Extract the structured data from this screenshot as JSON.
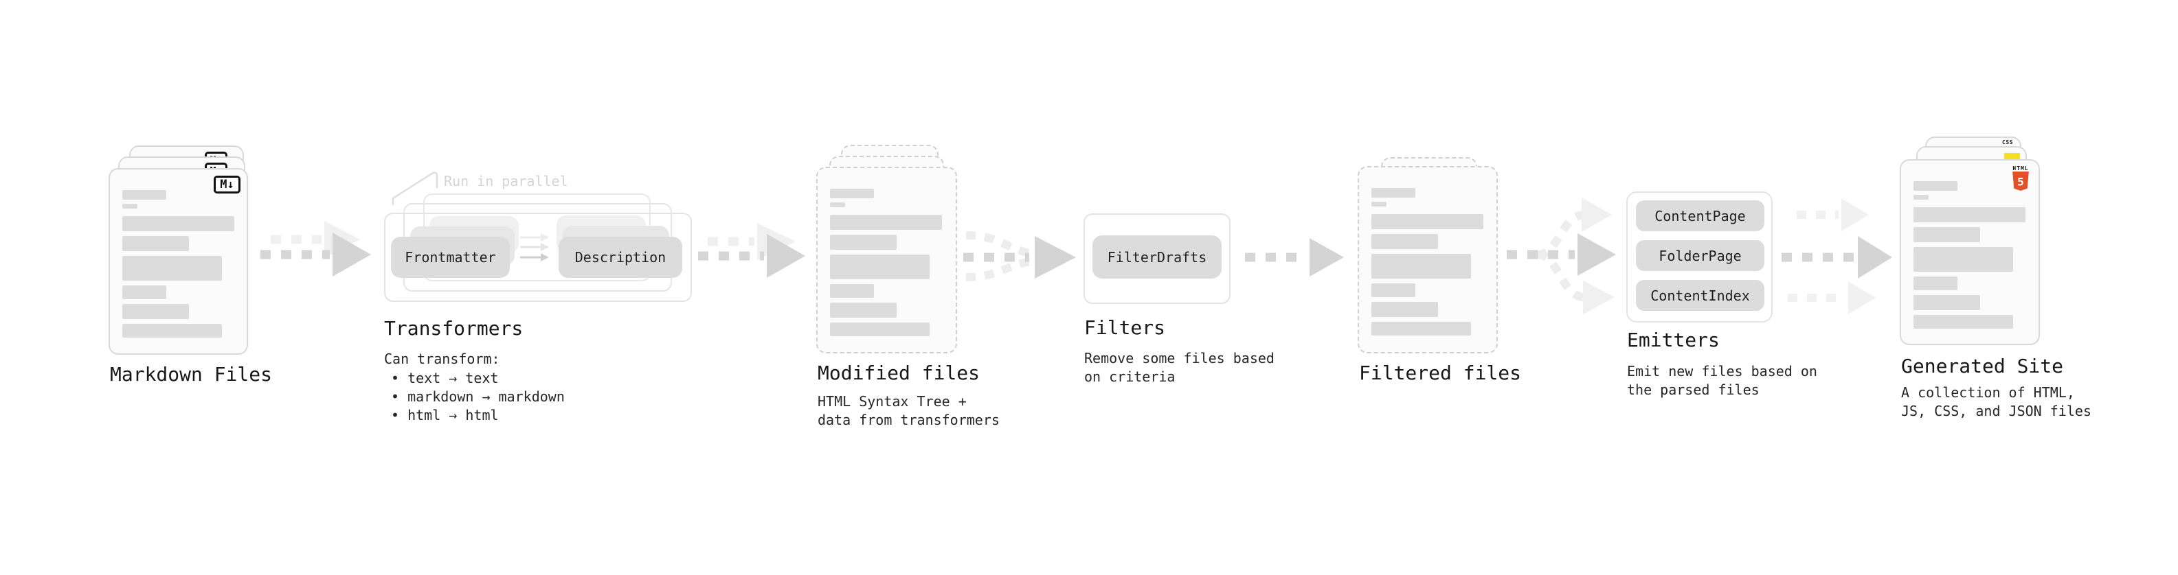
{
  "markdown": {
    "title": "Markdown Files",
    "badge": "M↓"
  },
  "transformers": {
    "title": "Transformers",
    "note": "Run in parallel",
    "pill_left": "Frontmatter",
    "pill_right": "Description",
    "sub_heading": "Can transform:",
    "bullets": [
      "• text → text",
      "• markdown → markdown",
      "• html → html"
    ]
  },
  "modified": {
    "title": "Modified files",
    "sub": [
      "HTML Syntax Tree +",
      "data from transformers"
    ]
  },
  "filters": {
    "title": "Filters",
    "pill": "FilterDrafts",
    "sub": [
      "Remove some files based",
      "on criteria"
    ]
  },
  "filtered": {
    "title": "Filtered files"
  },
  "emitters": {
    "title": "Emitters",
    "pills": [
      "ContentPage",
      "FolderPage",
      "ContentIndex"
    ],
    "sub": [
      "Emit new files based on",
      "the parsed files"
    ]
  },
  "generated": {
    "title": "Generated Site",
    "sub": [
      "A collection of HTML,",
      "JS, CSS, and JSON files"
    ],
    "badge_css": "CSS",
    "badge_html_word": "HTML",
    "badge_html_number": "5"
  },
  "colors": {
    "html5_orange": "#e34f26",
    "js_yellow": "#f6df1c",
    "css_blue": "#2965f1",
    "pill_gray": "#dcdcdc",
    "card_border": "#d9d9d9",
    "arrow_dark": "#d6d6d6",
    "arrow_light": "#efefef"
  }
}
